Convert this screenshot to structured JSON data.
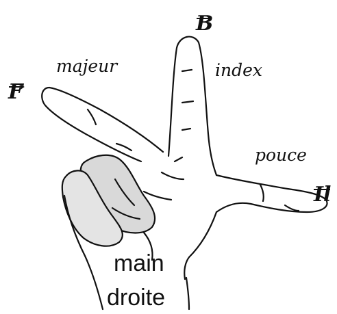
{
  "vectors": {
    "force": "F",
    "field": "B",
    "current": "Il"
  },
  "fingers": {
    "middle": "majeur",
    "index": "index",
    "thumb": "pouce"
  },
  "caption": {
    "line1": "main",
    "line2": "droite"
  },
  "colors": {
    "ink": "#111111",
    "skin": "#ffffff",
    "shadow": "#d9d9d9"
  }
}
